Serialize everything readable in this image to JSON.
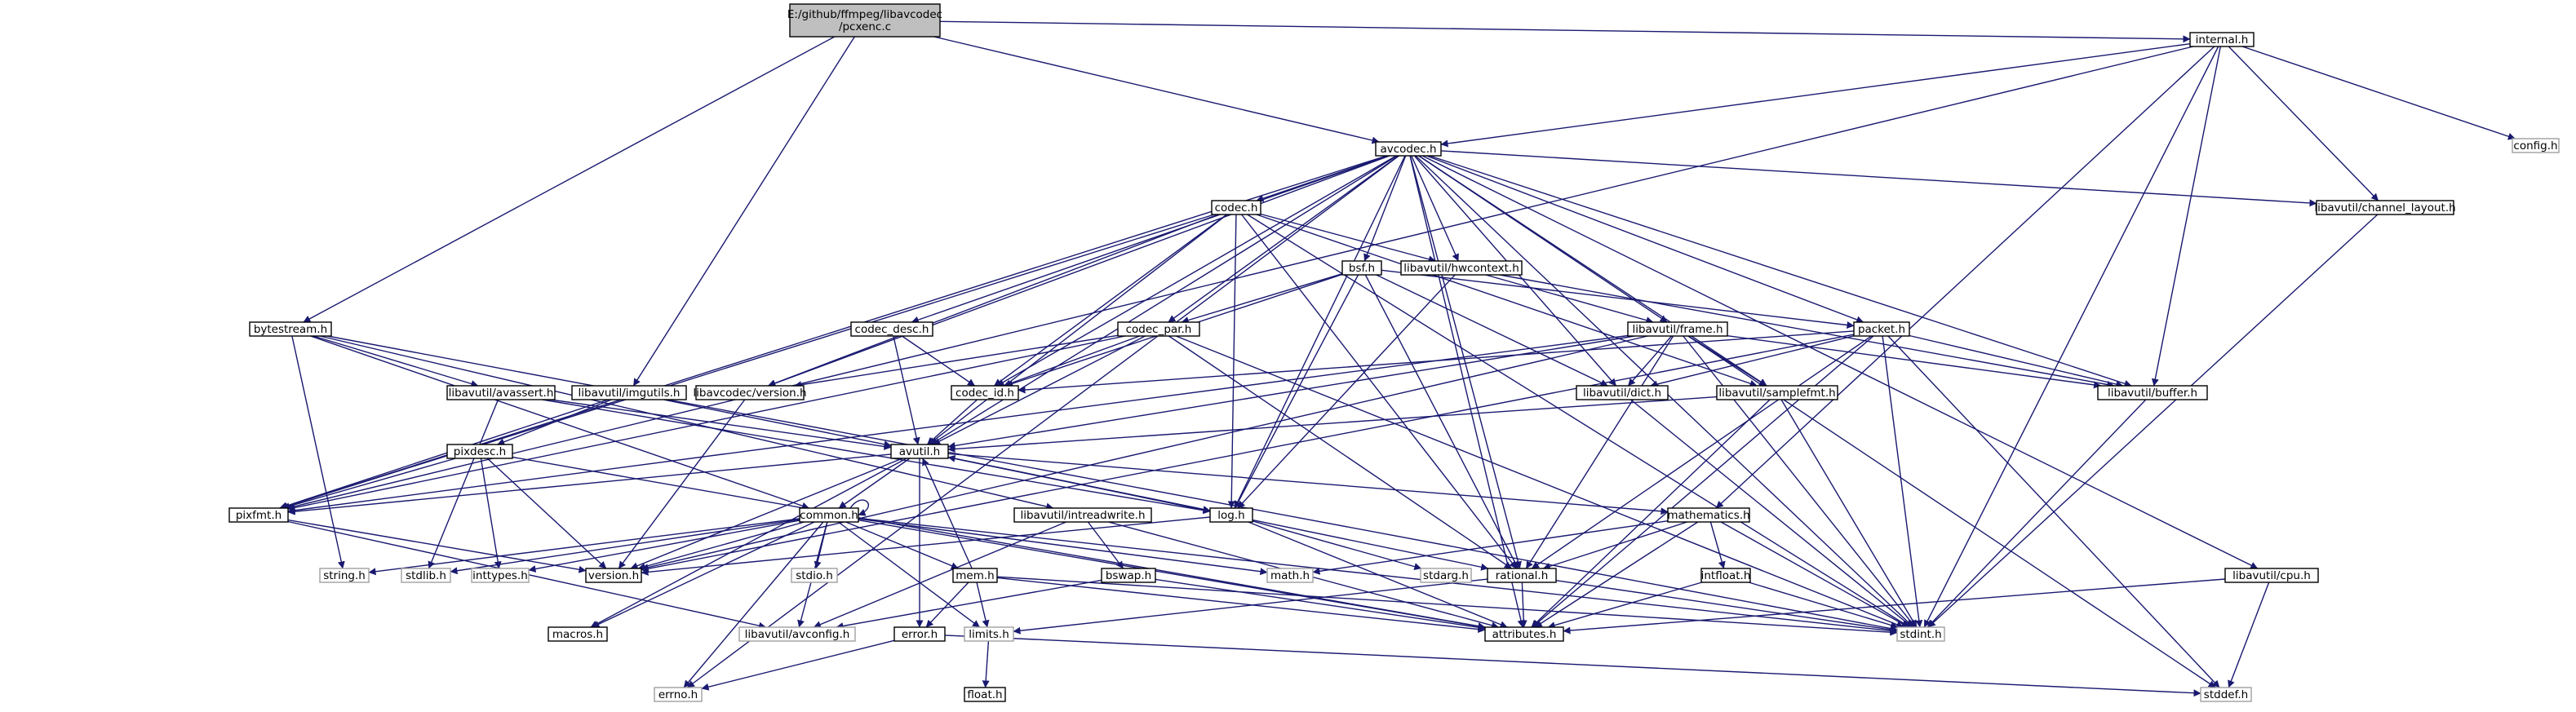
{
  "graph": {
    "edge_color": "#191970",
    "node_border": "#000000",
    "missing_border": "#a0a0a0",
    "root_fill": "#bfbfbf",
    "nodes": [
      {
        "id": "root",
        "label": [
          "E:/github/ffmpeg/libavcodec",
          "/pcxenc.c"
        ],
        "root": true
      },
      {
        "id": "internal",
        "label": [
          "internal.h"
        ]
      },
      {
        "id": "config",
        "label": [
          "config.h"
        ],
        "missing": true
      },
      {
        "id": "avcodec",
        "label": [
          "avcodec.h"
        ]
      },
      {
        "id": "channel_layout",
        "label": [
          "libavutil/channel_layout.h"
        ]
      },
      {
        "id": "codec",
        "label": [
          "codec.h"
        ]
      },
      {
        "id": "bsf",
        "label": [
          "bsf.h"
        ]
      },
      {
        "id": "hwcontext",
        "label": [
          "libavutil/hwcontext.h"
        ]
      },
      {
        "id": "bytestream",
        "label": [
          "bytestream.h"
        ]
      },
      {
        "id": "codec_desc",
        "label": [
          "codec_desc.h"
        ]
      },
      {
        "id": "codec_par",
        "label": [
          "codec_par.h"
        ]
      },
      {
        "id": "frame",
        "label": [
          "libavutil/frame.h"
        ]
      },
      {
        "id": "packet",
        "label": [
          "packet.h"
        ]
      },
      {
        "id": "avassert",
        "label": [
          "libavutil/avassert.h"
        ]
      },
      {
        "id": "imgutils",
        "label": [
          "libavutil/imgutils.h"
        ]
      },
      {
        "id": "lavc_version",
        "label": [
          "libavcodec/version.h"
        ]
      },
      {
        "id": "codec_id",
        "label": [
          "codec_id.h"
        ]
      },
      {
        "id": "dict",
        "label": [
          "libavutil/dict.h"
        ]
      },
      {
        "id": "samplefmt",
        "label": [
          "libavutil/samplefmt.h"
        ]
      },
      {
        "id": "buffer",
        "label": [
          "libavutil/buffer.h"
        ]
      },
      {
        "id": "pixdesc",
        "label": [
          "pixdesc.h"
        ]
      },
      {
        "id": "avutil",
        "label": [
          "avutil.h"
        ]
      },
      {
        "id": "pixfmt",
        "label": [
          "pixfmt.h"
        ]
      },
      {
        "id": "common",
        "label": [
          "common.h"
        ]
      },
      {
        "id": "intreadwrite",
        "label": [
          "libavutil/intreadwrite.h"
        ]
      },
      {
        "id": "log",
        "label": [
          "log.h"
        ]
      },
      {
        "id": "mathematics",
        "label": [
          "mathematics.h"
        ]
      },
      {
        "id": "string",
        "label": [
          "string.h"
        ],
        "missing": true
      },
      {
        "id": "stdlib",
        "label": [
          "stdlib.h"
        ],
        "missing": true
      },
      {
        "id": "inttypes",
        "label": [
          "inttypes.h"
        ],
        "missing": true
      },
      {
        "id": "version",
        "label": [
          "version.h"
        ]
      },
      {
        "id": "stdio",
        "label": [
          "stdio.h"
        ],
        "missing": true
      },
      {
        "id": "mem",
        "label": [
          "mem.h"
        ]
      },
      {
        "id": "bswap",
        "label": [
          "bswap.h"
        ]
      },
      {
        "id": "math",
        "label": [
          "math.h"
        ],
        "missing": true
      },
      {
        "id": "stdarg",
        "label": [
          "stdarg.h"
        ],
        "missing": true
      },
      {
        "id": "rational",
        "label": [
          "rational.h"
        ]
      },
      {
        "id": "intfloat",
        "label": [
          "intfloat.h"
        ]
      },
      {
        "id": "cpu",
        "label": [
          "libavutil/cpu.h"
        ]
      },
      {
        "id": "macros",
        "label": [
          "macros.h"
        ]
      },
      {
        "id": "avconfig",
        "label": [
          "libavutil/avconfig.h"
        ],
        "missing": true
      },
      {
        "id": "error",
        "label": [
          "error.h"
        ]
      },
      {
        "id": "limits",
        "label": [
          "limits.h"
        ],
        "missing": true
      },
      {
        "id": "attributes",
        "label": [
          "attributes.h"
        ]
      },
      {
        "id": "stdint",
        "label": [
          "stdint.h"
        ],
        "missing": true
      },
      {
        "id": "errno",
        "label": [
          "errno.h"
        ],
        "missing": true
      },
      {
        "id": "float",
        "label": [
          "float.h"
        ]
      },
      {
        "id": "stddef",
        "label": [
          "stddef.h"
        ],
        "missing": true
      }
    ],
    "edges": [
      [
        "root",
        "internal"
      ],
      [
        "root",
        "avcodec"
      ],
      [
        "root",
        "bytestream"
      ],
      [
        "root",
        "imgutils"
      ],
      [
        "internal",
        "config"
      ],
      [
        "internal",
        "avcodec"
      ],
      [
        "internal",
        "channel_layout"
      ],
      [
        "internal",
        "buffer"
      ],
      [
        "internal",
        "mathematics"
      ],
      [
        "internal",
        "pixfmt"
      ],
      [
        "internal",
        "stdint"
      ],
      [
        "avcodec",
        "codec"
      ],
      [
        "avcodec",
        "bsf"
      ],
      [
        "avcodec",
        "hwcontext"
      ],
      [
        "avcodec",
        "codec_desc"
      ],
      [
        "avcodec",
        "codec_par"
      ],
      [
        "avcodec",
        "frame"
      ],
      [
        "avcodec",
        "packet"
      ],
      [
        "avcodec",
        "lavc_version"
      ],
      [
        "avcodec",
        "codec_id"
      ],
      [
        "avcodec",
        "dict"
      ],
      [
        "avcodec",
        "samplefmt"
      ],
      [
        "avcodec",
        "buffer"
      ],
      [
        "avcodec",
        "avutil"
      ],
      [
        "avcodec",
        "log"
      ],
      [
        "avcodec",
        "rational"
      ],
      [
        "avcodec",
        "attributes"
      ],
      [
        "avcodec",
        "cpu"
      ],
      [
        "avcodec",
        "channel_layout"
      ],
      [
        "avcodec",
        "errno"
      ],
      [
        "avcodec",
        "pixfmt"
      ],
      [
        "avcodec",
        "stdint"
      ],
      [
        "codec",
        "hwcontext"
      ],
      [
        "codec",
        "codec_id"
      ],
      [
        "codec",
        "avutil"
      ],
      [
        "codec",
        "log"
      ],
      [
        "codec",
        "rational"
      ],
      [
        "codec",
        "samplefmt"
      ],
      [
        "codec",
        "pixfmt"
      ],
      [
        "codec",
        "lavc_version"
      ],
      [
        "codec",
        "stdint"
      ],
      [
        "bsf",
        "codec_par"
      ],
      [
        "bsf",
        "packet"
      ],
      [
        "bsf",
        "dict"
      ],
      [
        "bsf",
        "log"
      ],
      [
        "bsf",
        "rational"
      ],
      [
        "bsf",
        "codec_id"
      ],
      [
        "hwcontext",
        "frame"
      ],
      [
        "hwcontext",
        "buffer"
      ],
      [
        "hwcontext",
        "log"
      ],
      [
        "bytestream",
        "avassert"
      ],
      [
        "bytestream",
        "intreadwrite"
      ],
      [
        "bytestream",
        "common"
      ],
      [
        "bytestream",
        "string"
      ],
      [
        "bytestream",
        "stdint"
      ],
      [
        "codec_desc",
        "avutil"
      ],
      [
        "codec_desc",
        "codec_id"
      ],
      [
        "codec_par",
        "avutil"
      ],
      [
        "codec_par",
        "codec_id"
      ],
      [
        "codec_par",
        "rational"
      ],
      [
        "codec_par",
        "pixfmt"
      ],
      [
        "codec_par",
        "stdint"
      ],
      [
        "codec_par",
        "lavc_version"
      ],
      [
        "frame",
        "avutil"
      ],
      [
        "frame",
        "buffer"
      ],
      [
        "frame",
        "dict"
      ],
      [
        "frame",
        "rational"
      ],
      [
        "frame",
        "samplefmt"
      ],
      [
        "frame",
        "pixfmt"
      ],
      [
        "frame",
        "version"
      ],
      [
        "frame",
        "stdint"
      ],
      [
        "frame",
        "stddef"
      ],
      [
        "packet",
        "attributes"
      ],
      [
        "packet",
        "buffer"
      ],
      [
        "packet",
        "dict"
      ],
      [
        "packet",
        "rational"
      ],
      [
        "packet",
        "version"
      ],
      [
        "packet",
        "stdint"
      ],
      [
        "packet",
        "stddef"
      ],
      [
        "packet",
        "codec_id"
      ],
      [
        "avassert",
        "avutil"
      ],
      [
        "avassert",
        "log"
      ],
      [
        "avassert",
        "stdlib"
      ],
      [
        "imgutils",
        "avutil"
      ],
      [
        "imgutils",
        "pixdesc"
      ],
      [
        "imgutils",
        "pixfmt"
      ],
      [
        "lavc_version",
        "version"
      ],
      [
        "codec_id",
        "avutil"
      ],
      [
        "dict",
        "stdint"
      ],
      [
        "samplefmt",
        "avutil"
      ],
      [
        "samplefmt",
        "attributes"
      ],
      [
        "samplefmt",
        "stdint"
      ],
      [
        "buffer",
        "stdint"
      ],
      [
        "pixdesc",
        "inttypes"
      ],
      [
        "pixdesc",
        "attributes"
      ],
      [
        "pixdesc",
        "version"
      ],
      [
        "pixdesc",
        "pixfmt"
      ],
      [
        "avutil",
        "common"
      ],
      [
        "avutil",
        "error"
      ],
      [
        "avutil",
        "macros"
      ],
      [
        "avutil",
        "version"
      ],
      [
        "avutil",
        "mathematics"
      ],
      [
        "avutil",
        "rational"
      ],
      [
        "avutil",
        "log"
      ],
      [
        "avutil",
        "pixfmt"
      ],
      [
        "pixfmt",
        "avconfig"
      ],
      [
        "pixfmt",
        "version"
      ],
      [
        "common",
        "errno"
      ],
      [
        "common",
        "inttypes"
      ],
      [
        "common",
        "limits"
      ],
      [
        "common",
        "math"
      ],
      [
        "common",
        "stdint"
      ],
      [
        "common",
        "stdio"
      ],
      [
        "common",
        "stdlib"
      ],
      [
        "common",
        "string"
      ],
      [
        "common",
        "attributes"
      ],
      [
        "common",
        "macros"
      ],
      [
        "common",
        "version"
      ],
      [
        "common",
        "avconfig"
      ],
      [
        "common",
        "mem"
      ],
      [
        "common",
        "common"
      ],
      [
        "intreadwrite",
        "avconfig"
      ],
      [
        "intreadwrite",
        "attributes"
      ],
      [
        "intreadwrite",
        "bswap"
      ],
      [
        "log",
        "stdarg"
      ],
      [
        "log",
        "avutil"
      ],
      [
        "log",
        "attributes"
      ],
      [
        "log",
        "version"
      ],
      [
        "mathematics",
        "stdint"
      ],
      [
        "mathematics",
        "math"
      ],
      [
        "mathematics",
        "attributes"
      ],
      [
        "mathematics",
        "rational"
      ],
      [
        "mathematics",
        "intfloat"
      ],
      [
        "mem",
        "limits"
      ],
      [
        "mem",
        "stdint"
      ],
      [
        "mem",
        "attributes"
      ],
      [
        "mem",
        "error"
      ],
      [
        "mem",
        "avutil"
      ],
      [
        "bswap",
        "avconfig"
      ],
      [
        "bswap",
        "attributes"
      ],
      [
        "rational",
        "stdint"
      ],
      [
        "rational",
        "limits"
      ],
      [
        "rational",
        "attributes"
      ],
      [
        "intfloat",
        "stdint"
      ],
      [
        "intfloat",
        "attributes"
      ],
      [
        "cpu",
        "stddef"
      ],
      [
        "cpu",
        "attributes"
      ],
      [
        "channel_layout",
        "stdint"
      ],
      [
        "error",
        "errno"
      ],
      [
        "error",
        "stddef"
      ],
      [
        "limits",
        "float"
      ]
    ]
  }
}
